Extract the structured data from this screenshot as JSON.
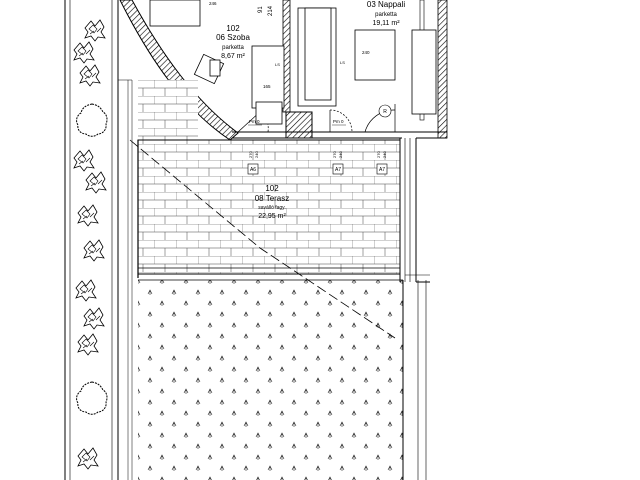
{
  "rooms": [
    {
      "id": "szoba",
      "number": "102",
      "name": "06 Szoba",
      "floor": "parketta",
      "area": "8,67 m²"
    },
    {
      "id": "nappali",
      "name": "03 Nappali",
      "floor": "parketta",
      "area": "19,11 m²"
    },
    {
      "id": "terasz",
      "number": "102",
      "name": "08 Terasz",
      "floor": "saválló fagy.",
      "area": "22,95 m²"
    }
  ],
  "dimensions": {
    "d246": "246",
    "d91": "91",
    "d214": "214",
    "d240": "240",
    "d165": "165",
    "d270a": "270",
    "d240b": "240",
    "d270b": "270",
    "d240c": "240",
    "d270c": "270",
    "d240d": "240",
    "ld1": "LS",
    "ld2": "LS"
  },
  "levels": {
    "pm_left": "Pm 0",
    "pm_right": "Pm 0"
  },
  "tags": {
    "a6": "A6",
    "a7a": "A7",
    "a7b": "A7",
    "r": "R"
  }
}
